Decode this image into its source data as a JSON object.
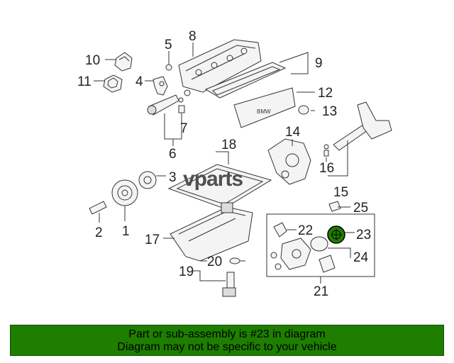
{
  "diagram": {
    "callouts": [
      "1",
      "2",
      "3",
      "4",
      "5",
      "6",
      "7",
      "8",
      "9",
      "10",
      "11",
      "12",
      "13",
      "14",
      "15",
      "16",
      "17",
      "18",
      "19",
      "20",
      "21",
      "22",
      "23",
      "24",
      "25"
    ],
    "highlighted_callout": "23",
    "highlight_color": "#1e7e00"
  },
  "watermark": {
    "text": "vparts"
  },
  "banner": {
    "line1": "Part or sub-assembly is #23 in diagram",
    "line2": "Diagram may not be specific to your vehicle",
    "background": "#1e7e00"
  }
}
